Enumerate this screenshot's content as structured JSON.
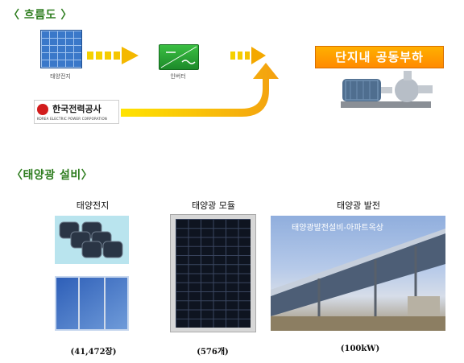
{
  "flow": {
    "title": "〈 흐름도 〉",
    "solar_cell_label": "태양전지",
    "inverter_label": "인버터",
    "load_label": "단지내 공동부하",
    "kepco_name": "한국전력공사",
    "kepco_english": "KOREA ELECTRIC POWER CORPORATION"
  },
  "equipment": {
    "title": "〈태양광 설비〉",
    "columns": [
      {
        "caption": "태양전지",
        "count": "(41,472장)"
      },
      {
        "caption": "태양광 모듈",
        "count": "(576개)"
      },
      {
        "caption": "태양광 발전",
        "count": "(100kW)"
      }
    ],
    "photo_caption": "태양광발전설비-아파트옥상"
  },
  "colors": {
    "title_green": "#2e7d1f",
    "arrow_yellow": "#f5d400",
    "arrow_orange": "#f39a14",
    "load_orange": "#ff9a00",
    "inverter_green": "#2ba83a"
  },
  "icons": [
    "solar-cell-icon",
    "inverter-icon",
    "kepco-logo",
    "pump-motor-icon"
  ]
}
